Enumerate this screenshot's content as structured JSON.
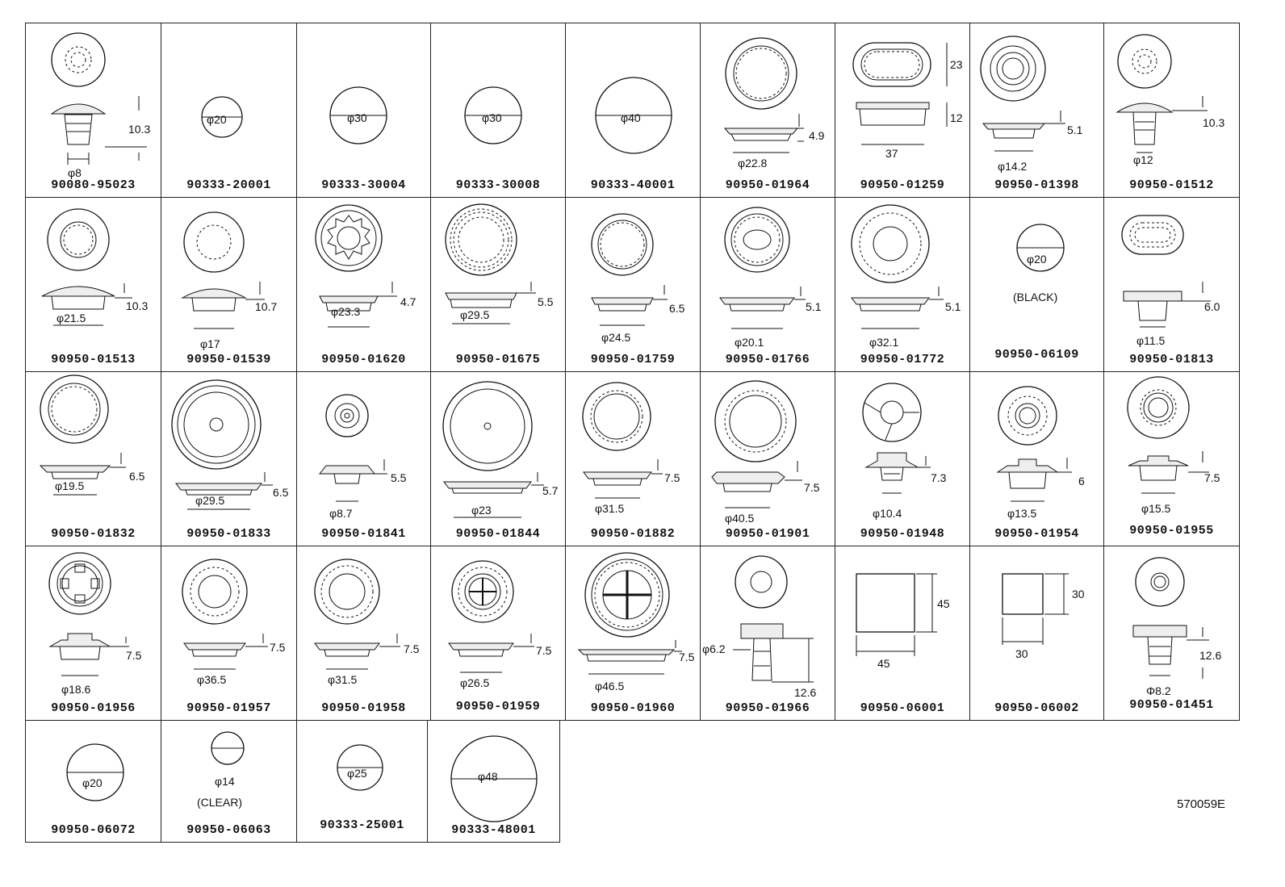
{
  "drawing_code": "570059E",
  "parts": [
    {
      "part": "90080-95023",
      "dims": [
        "10.3",
        "φ8"
      ]
    },
    {
      "part": "90333-20001",
      "dims": [
        "φ20"
      ]
    },
    {
      "part": "90333-30004",
      "dims": [
        "φ30"
      ]
    },
    {
      "part": "90333-30008",
      "dims": [
        "φ30"
      ]
    },
    {
      "part": "90333-40001",
      "dims": [
        "φ40"
      ]
    },
    {
      "part": "90950-01964",
      "dims": [
        "4.9",
        "φ22.8"
      ]
    },
    {
      "part": "90950-01259",
      "dims": [
        "23",
        "12",
        "37"
      ]
    },
    {
      "part": "90950-01398",
      "dims": [
        "5.1",
        "φ14.2"
      ]
    },
    {
      "part": "90950-01512",
      "dims": [
        "10.3",
        "φ12"
      ]
    },
    {
      "part": "90950-01513",
      "dims": [
        "10.3",
        "φ21.5"
      ]
    },
    {
      "part": "90950-01539",
      "dims": [
        "10.7",
        "φ17"
      ]
    },
    {
      "part": "90950-01620",
      "dims": [
        "4.7",
        "φ23.3"
      ]
    },
    {
      "part": "90950-01675",
      "dims": [
        "5.5",
        "φ29.5"
      ]
    },
    {
      "part": "90950-01759",
      "dims": [
        "6.5",
        "φ24.5"
      ]
    },
    {
      "part": "90950-01766",
      "dims": [
        "5.1",
        "φ20.1"
      ]
    },
    {
      "part": "90950-01772",
      "dims": [
        "5.1",
        "φ32.1"
      ]
    },
    {
      "part": "90950-06109",
      "dims": [
        "φ20"
      ],
      "note": "(BLACK)"
    },
    {
      "part": "90950-01813",
      "dims": [
        "6.0",
        "φ11.5"
      ]
    },
    {
      "part": "90950-01832",
      "dims": [
        "6.5",
        "φ19.5"
      ]
    },
    {
      "part": "90950-01833",
      "dims": [
        "6.5",
        "φ29.5"
      ]
    },
    {
      "part": "90950-01841",
      "dims": [
        "5.5",
        "φ8.7"
      ]
    },
    {
      "part": "90950-01844",
      "dims": [
        "5.7",
        "φ23"
      ]
    },
    {
      "part": "90950-01882",
      "dims": [
        "7.5",
        "φ31.5"
      ]
    },
    {
      "part": "90950-01901",
      "dims": [
        "7.5",
        "φ40.5"
      ]
    },
    {
      "part": "90950-01948",
      "dims": [
        "7.3",
        "φ10.4"
      ]
    },
    {
      "part": "90950-01954",
      "dims": [
        "6",
        "φ13.5"
      ]
    },
    {
      "part": "90950-01955",
      "dims": [
        "7.5",
        "φ15.5"
      ]
    },
    {
      "part": "90950-01956",
      "dims": [
        "7.5",
        "φ18.6"
      ]
    },
    {
      "part": "90950-01957",
      "dims": [
        "7.5",
        "φ36.5"
      ]
    },
    {
      "part": "90950-01958",
      "dims": [
        "7.5",
        "φ31.5"
      ]
    },
    {
      "part": "90950-01959",
      "dims": [
        "7.5",
        "φ26.5"
      ]
    },
    {
      "part": "90950-01960",
      "dims": [
        "7.5",
        "φ46.5"
      ]
    },
    {
      "part": "90950-01966",
      "dims": [
        "φ6.2",
        "12.6"
      ]
    },
    {
      "part": "90950-06001",
      "dims": [
        "45",
        "45"
      ]
    },
    {
      "part": "90950-06002",
      "dims": [
        "30",
        "30"
      ]
    },
    {
      "part": "90950-01451",
      "dims": [
        "12.6",
        "Φ8.2"
      ]
    },
    {
      "part": "90950-06072",
      "dims": [
        "φ20"
      ]
    },
    {
      "part": "90950-06063",
      "dims": [
        "φ14"
      ],
      "note": "(CLEAR)"
    },
    {
      "part": "90333-25001",
      "dims": [
        "φ25"
      ]
    },
    {
      "part": "90333-48001",
      "dims": [
        "φ48"
      ]
    }
  ]
}
